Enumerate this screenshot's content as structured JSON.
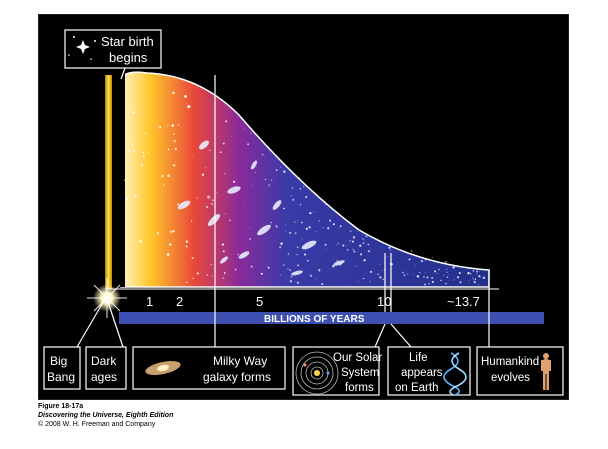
{
  "diagram": {
    "star_birth": "Star birth",
    "star_birth_2": "begins",
    "axis_title": "BILLIONS OF YEARS",
    "ticks": [
      "1",
      "2",
      "5",
      "10",
      "~13.7"
    ],
    "events": [
      {
        "line1": "Big",
        "line2": "Bang"
      },
      {
        "line1": "Dark",
        "line2": "ages"
      },
      {
        "line1": "Milky Way",
        "line2": "galaxy forms"
      },
      {
        "line1": "Our Solar",
        "line2": "System",
        "line3": "forms"
      },
      {
        "line1": "Life",
        "line2": "appears",
        "line3": "on Earth"
      },
      {
        "line1": "Humankind",
        "line2": "evolves"
      }
    ]
  },
  "caption": {
    "figure": "Figure 18-17a",
    "book": "Discovering the Universe, Eighth Edition",
    "copyright": "© 2008 W. H. Freeman and Company"
  }
}
